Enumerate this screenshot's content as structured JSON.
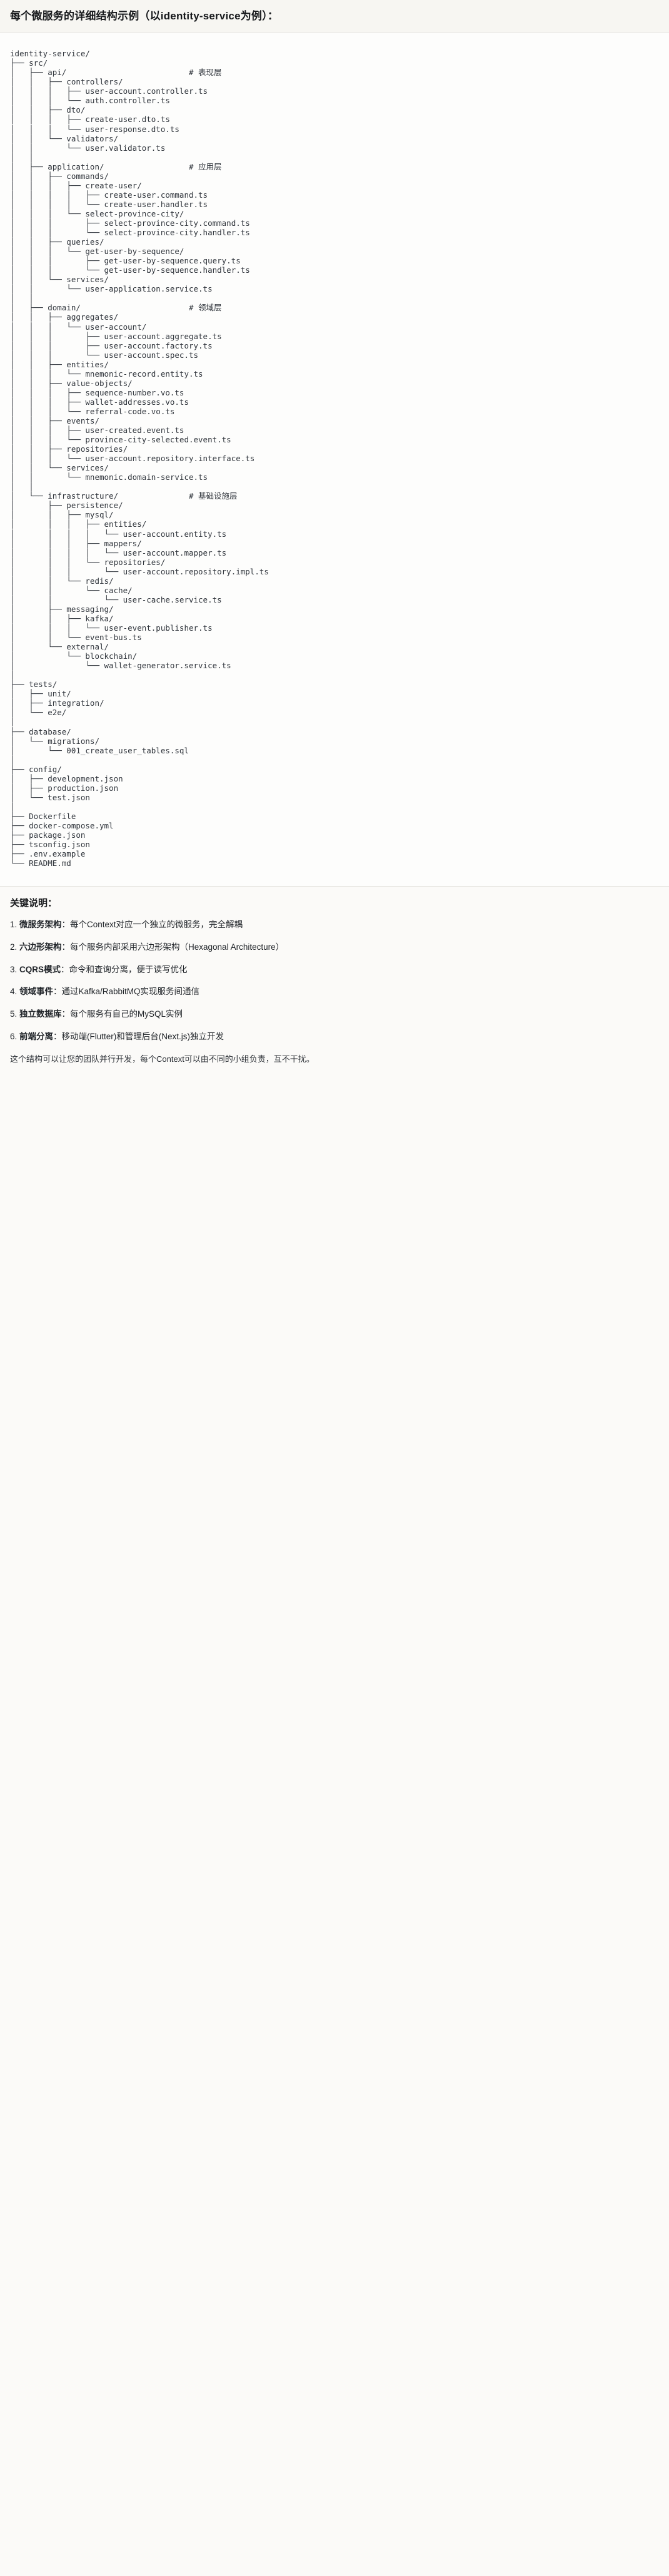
{
  "header": {
    "title": "每个微服务的详细结构示例（以identity-service为例）："
  },
  "tree": {
    "root": "identity-service/",
    "lines": [
      "identity-service/",
      "├── src/",
      "│   ├── api/                          # 表现层",
      "│   │   ├── controllers/",
      "│   │   │   ├── user-account.controller.ts",
      "│   │   │   └── auth.controller.ts",
      "│   │   ├── dto/",
      "│   │   │   ├── create-user.dto.ts",
      "│   │   │   └── user-response.dto.ts",
      "│   │   └── validators/",
      "│   │       └── user.validator.ts",
      "│   │",
      "│   ├── application/                  # 应用层",
      "│   │   ├── commands/",
      "│   │   │   ├── create-user/",
      "│   │   │   │   ├── create-user.command.ts",
      "│   │   │   │   └── create-user.handler.ts",
      "│   │   │   └── select-province-city/",
      "│   │   │       ├── select-province-city.command.ts",
      "│   │   │       └── select-province-city.handler.ts",
      "│   │   ├── queries/",
      "│   │   │   └── get-user-by-sequence/",
      "│   │   │       ├── get-user-by-sequence.query.ts",
      "│   │   │       └── get-user-by-sequence.handler.ts",
      "│   │   └── services/",
      "│   │       └── user-application.service.ts",
      "│   │",
      "│   ├── domain/                       # 领域层",
      "│   │   ├── aggregates/",
      "│   │   │   └── user-account/",
      "│   │   │       ├── user-account.aggregate.ts",
      "│   │   │       ├── user-account.factory.ts",
      "│   │   │       └── user-account.spec.ts",
      "│   │   ├── entities/",
      "│   │   │   └── mnemonic-record.entity.ts",
      "│   │   ├── value-objects/",
      "│   │   │   ├── sequence-number.vo.ts",
      "│   │   │   ├── wallet-addresses.vo.ts",
      "│   │   │   └── referral-code.vo.ts",
      "│   │   ├── events/",
      "│   │   │   ├── user-created.event.ts",
      "│   │   │   └── province-city-selected.event.ts",
      "│   │   ├── repositories/",
      "│   │   │   └── user-account.repository.interface.ts",
      "│   │   └── services/",
      "│   │       └── mnemonic.domain-service.ts",
      "│   │",
      "│   └── infrastructure/               # 基础设施层",
      "│       ├── persistence/",
      "│       │   ├── mysql/",
      "│       │   │   ├── entities/",
      "│       │   │   │   └── user-account.entity.ts",
      "│       │   │   ├── mappers/",
      "│       │   │   │   └── user-account.mapper.ts",
      "│       │   │   └── repositories/",
      "│       │   │       └── user-account.repository.impl.ts",
      "│       │   └── redis/",
      "│       │       └── cache/",
      "│       │           └── user-cache.service.ts",
      "│       ├── messaging/",
      "│       │   ├── kafka/",
      "│       │   │   └── user-event.publisher.ts",
      "│       │   └── event-bus.ts",
      "│       └── external/",
      "│           └── blockchain/",
      "│               └── wallet-generator.service.ts",
      "│",
      "├── tests/",
      "│   ├── unit/",
      "│   ├── integration/",
      "│   └── e2e/",
      "│",
      "├── database/",
      "│   └── migrations/",
      "│       └── 001_create_user_tables.sql",
      "│",
      "├── config/",
      "│   ├── development.json",
      "│   ├── production.json",
      "│   └── test.json",
      "│",
      "├── Dockerfile",
      "├── docker-compose.yml",
      "├── package.json",
      "├── tsconfig.json",
      "├── .env.example",
      "└── README.md"
    ],
    "comments": {
      "api": "# 表现层",
      "application": "# 应用层",
      "domain": "# 领域层",
      "infrastructure": "# 基础设施层"
    }
  },
  "notes": {
    "title": "关键说明：",
    "items": [
      {
        "num": "1.",
        "term": "微服务架构",
        "sep": "：",
        "desc": "每个Context对应一个独立的微服务，完全解耦"
      },
      {
        "num": "2.",
        "term": "六边形架构",
        "sep": "：",
        "desc": "每个服务内部采用六边形架构（Hexagonal Architecture）"
      },
      {
        "num": "3.",
        "term": "CQRS模式",
        "sep": "：",
        "desc": "命令和查询分离，便于读写优化"
      },
      {
        "num": "4.",
        "term": "领域事件",
        "sep": "：",
        "desc": "通过Kafka/RabbitMQ实现服务间通信"
      },
      {
        "num": "5.",
        "term": "独立数据库",
        "sep": "：",
        "desc": "每个服务有自己的MySQL实例"
      },
      {
        "num": "6.",
        "term": "前端分离",
        "sep": "：",
        "desc": "移动端(Flutter)和管理后台(Next.js)独立开发"
      }
    ],
    "closing": "这个结构可以让您的团队并行开发，每个Context可以由不同的小组负责，互不干扰。"
  }
}
